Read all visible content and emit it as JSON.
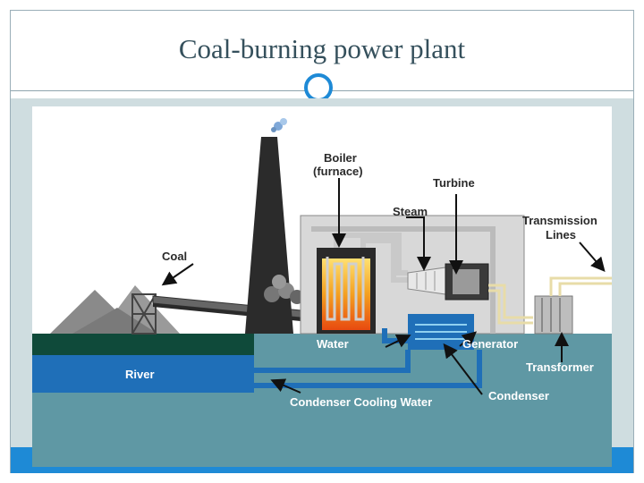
{
  "slide": {
    "title": "Coal-burning power plant"
  },
  "diagram": {
    "labels": {
      "boiler": "Boiler",
      "furnace": "(furnace)",
      "turbine": "Turbine",
      "steam": "Steam",
      "transmission": "Transmission",
      "lines": "Lines",
      "coal": "Coal",
      "water": "Water",
      "generator": "Generator",
      "transformer": "Transformer",
      "river": "River",
      "condenser": "Condenser",
      "condenser_cooling_water": "Condenser Cooling Water"
    },
    "colors": {
      "accent": "#1e8ad6",
      "ground": "#5f98a4",
      "river": "#1f6fb8",
      "grass": "#0f4a3a",
      "fire": "#f0a020",
      "label_dark": "#2a2a2a",
      "label_light": "#ffffff"
    }
  }
}
